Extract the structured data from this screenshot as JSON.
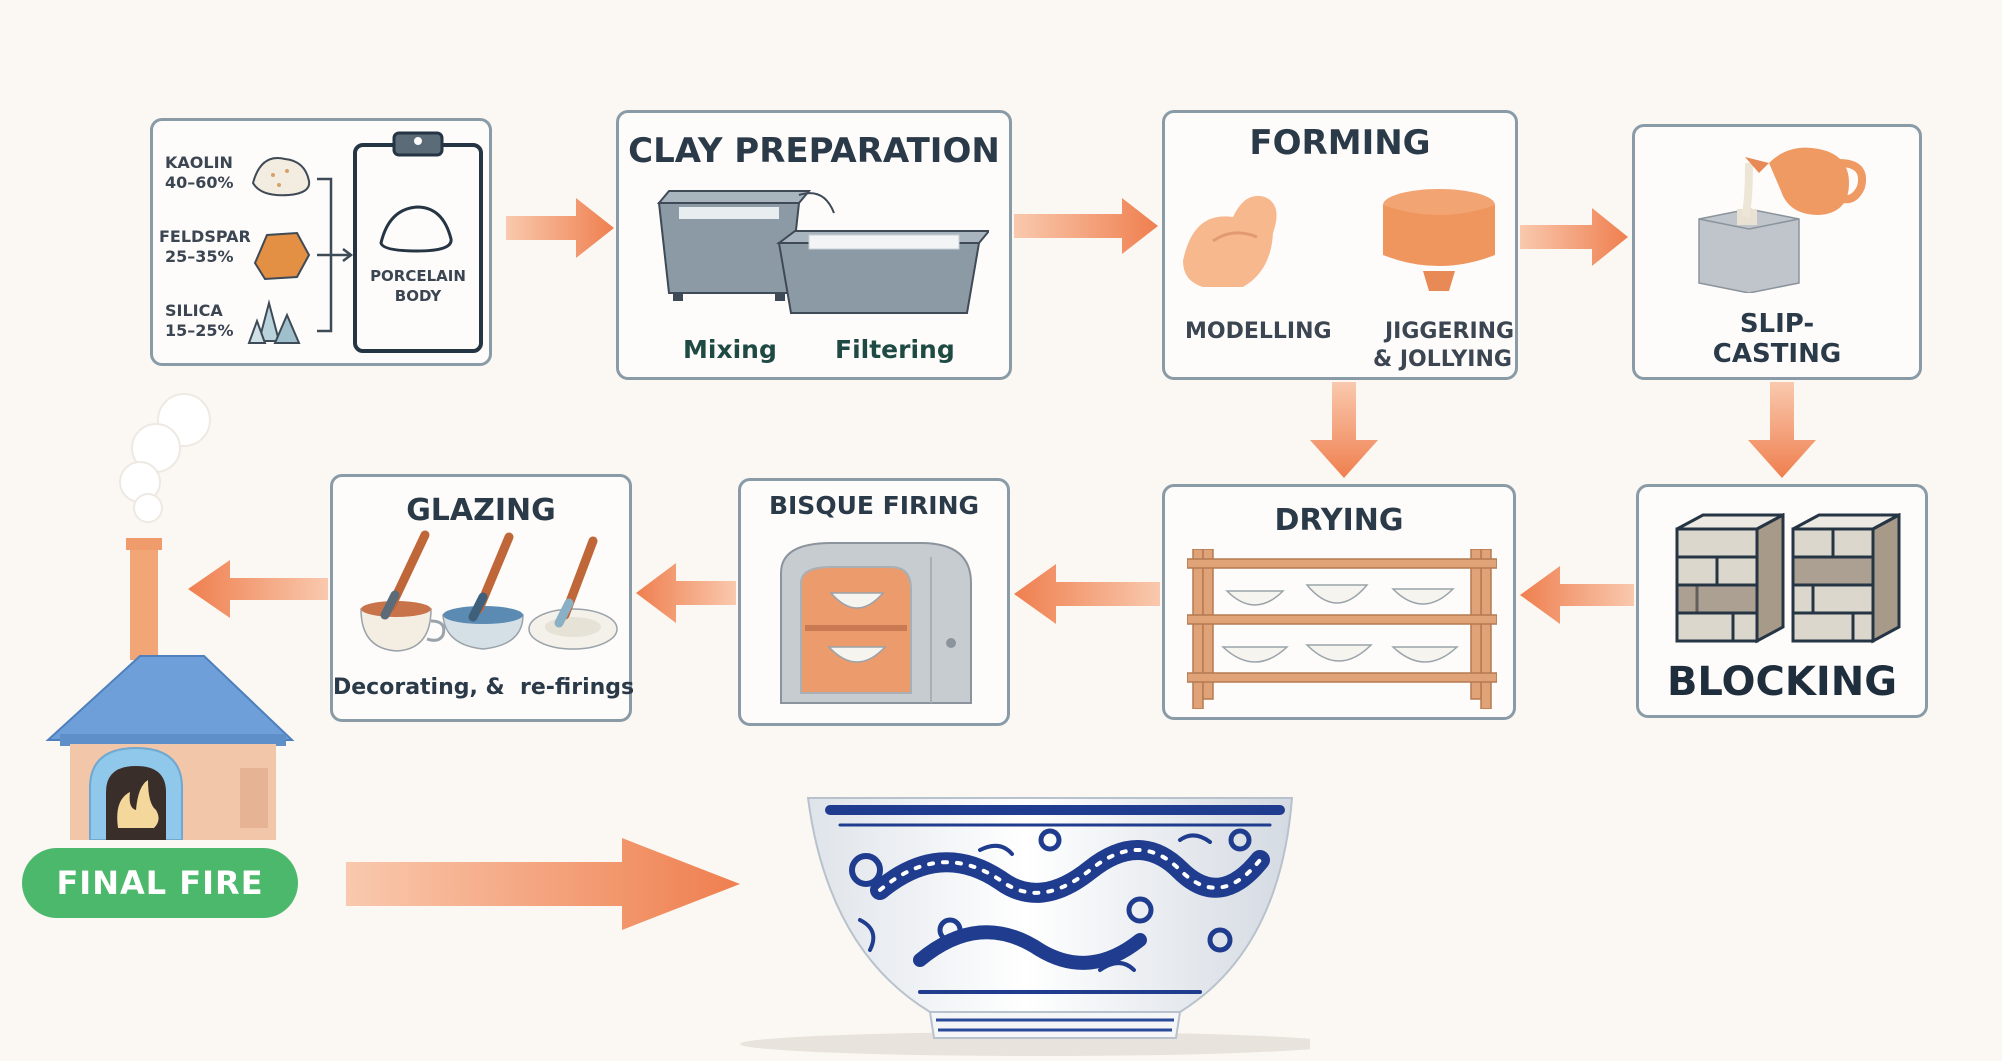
{
  "materials": {
    "kaolin": {
      "name": "KAOLIN",
      "pct": "40–60%"
    },
    "feldspar": {
      "name": "FELDSPAR",
      "pct": "25–35%"
    },
    "silica": {
      "name": "SILICA",
      "pct": "15–25%"
    },
    "result_line1": "PORCELAIN",
    "result_line2": "BODY"
  },
  "clay_preparation": {
    "title": "CLAY PREPARATION",
    "mixing": "Mixing",
    "filtering": "Filtering"
  },
  "forming": {
    "title": "FORMING",
    "modelling": "MODELLING",
    "jiggering_line1": "JIGGERING",
    "jiggering_line2": "& JOLLYING"
  },
  "slip_casting": {
    "line1": "SLIP-",
    "line2": "CASTING"
  },
  "blocking": {
    "title": "BLOCKING"
  },
  "drying": {
    "title": "DRYING"
  },
  "bisque_firing": {
    "title": "BISQUE FIRING"
  },
  "glazing": {
    "title": "GLAZING",
    "caption": "Decorating, &  re-firings"
  },
  "final_fire": {
    "label": "FINAL FIRE"
  },
  "colors": {
    "arrow": "#f08a5d",
    "box_border": "#8a9ba8",
    "final_fire": "#4cb86b",
    "porcelain_blue": "#1f3c8f"
  }
}
